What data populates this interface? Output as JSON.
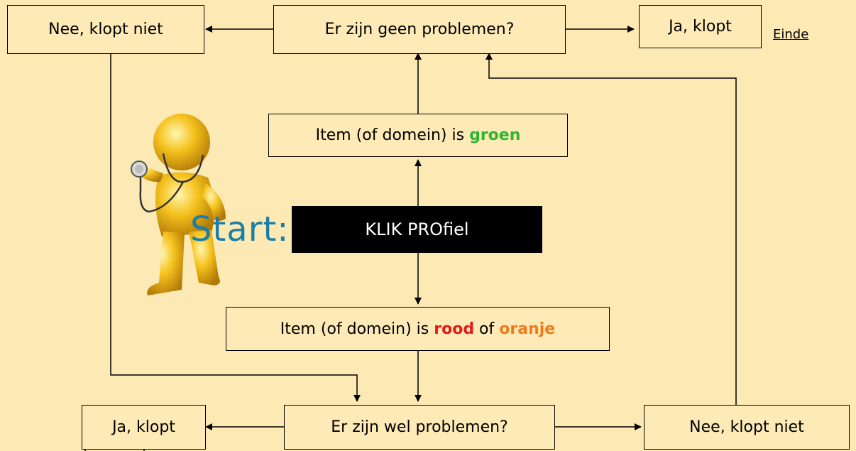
{
  "nodes": {
    "nee_top": "Nee, klopt niet",
    "geen_problemen": "Er zijn geen problemen?",
    "ja_top": "Ja, klopt",
    "groen_prefix": "Item (of domein) is ",
    "groen_word": "groen",
    "rood_prefix": "Item (of domein) is ",
    "rood_word": "rood",
    "of_word": " of ",
    "oranje_word": "oranje",
    "ja_bottom": "Ja, klopt",
    "wel_problemen": "Er zijn wel problemen?",
    "nee_bottom": "Nee, klopt niet"
  },
  "links": {
    "einde": "Einde"
  },
  "start": {
    "label": "Start:",
    "button": "KLIK PROfiel"
  },
  "colors": {
    "background": "#fde9b4",
    "green": "#2fb52f",
    "red": "#e01b1b",
    "orange": "#f07b1a",
    "start_blue": "#1a7ea6",
    "figure_gold": "#f2b51c"
  },
  "icons": {
    "figure": "doctor-figure-with-stethoscope-icon"
  }
}
